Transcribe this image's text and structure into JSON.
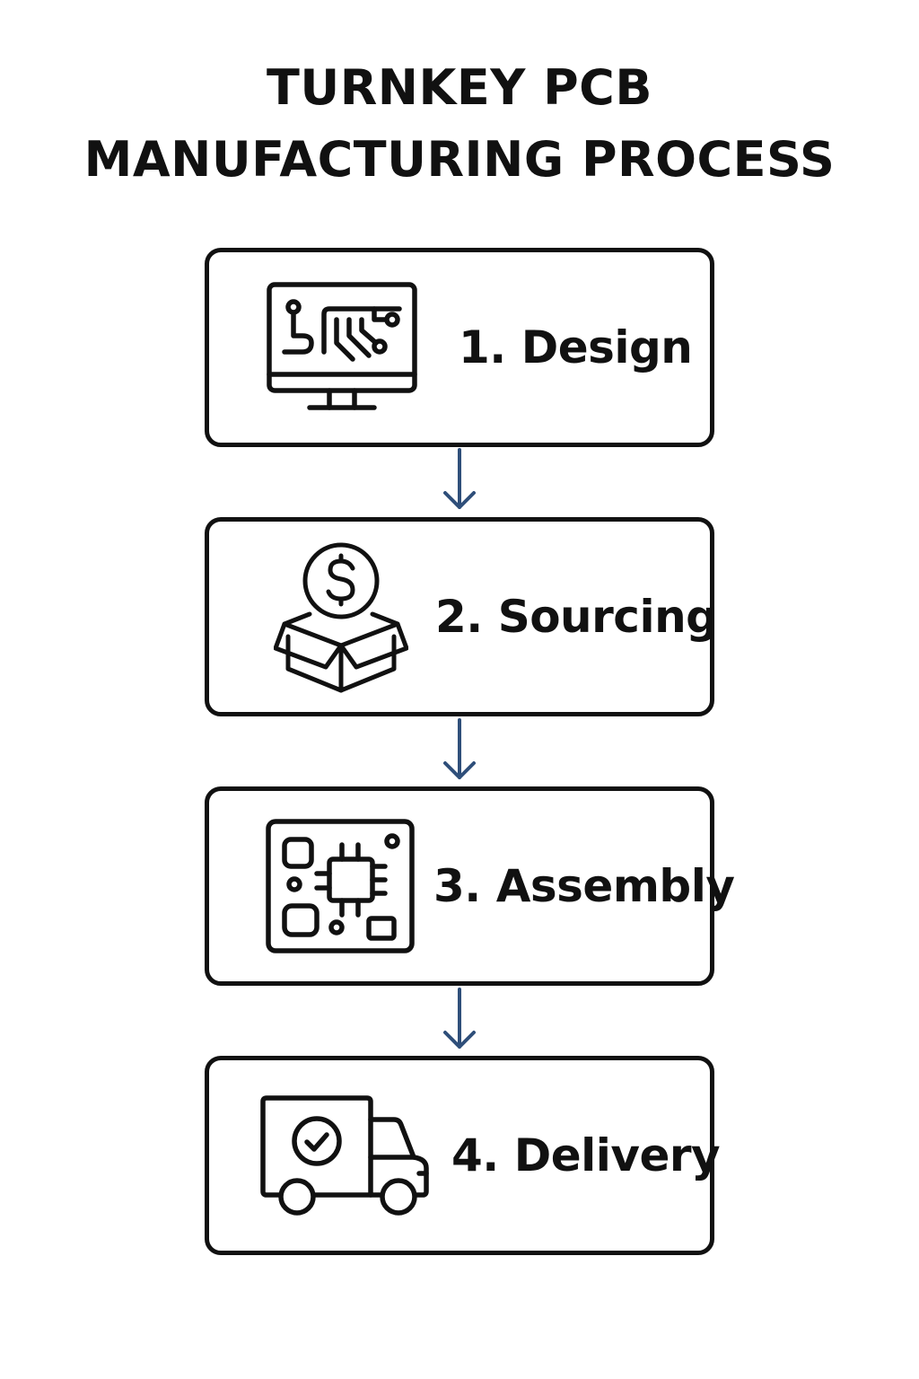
{
  "title": {
    "line1": "TURNKEY PCB",
    "line2": "MANUFACTURING PROCESS"
  },
  "steps": [
    {
      "label": "1. Design",
      "icon": "computer-circuit-icon"
    },
    {
      "label": "2. Sourcing",
      "icon": "money-box-icon"
    },
    {
      "label": "3. Assembly",
      "icon": "circuit-board-chip-icon"
    },
    {
      "label": "4. Delivery",
      "icon": "delivery-truck-check-icon"
    }
  ],
  "colors": {
    "arrow": "#2f4f7a",
    "stroke": "#111111"
  }
}
